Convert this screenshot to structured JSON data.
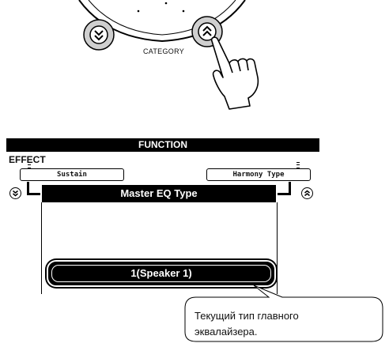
{
  "controls": {
    "category_label": "CATEGORY",
    "down_icon": "double-chevron-down-icon",
    "up_icon": "double-chevron-up-icon",
    "pointer_icon": "pointing-hand-icon",
    "button_color": "#cfcfcf"
  },
  "lcd": {
    "header": "FUNCTION",
    "section": "EFFECT",
    "prev_item": "Sustain",
    "next_item": "Harmony Type",
    "title": "Master EQ Type",
    "value": "1(Speaker 1)",
    "left_icon": "double-chevron-down-icon",
    "right_icon": "double-chevron-up-icon"
  },
  "callout": {
    "line1": "Текущий тип главного",
    "line2": "эквалайзера."
  }
}
